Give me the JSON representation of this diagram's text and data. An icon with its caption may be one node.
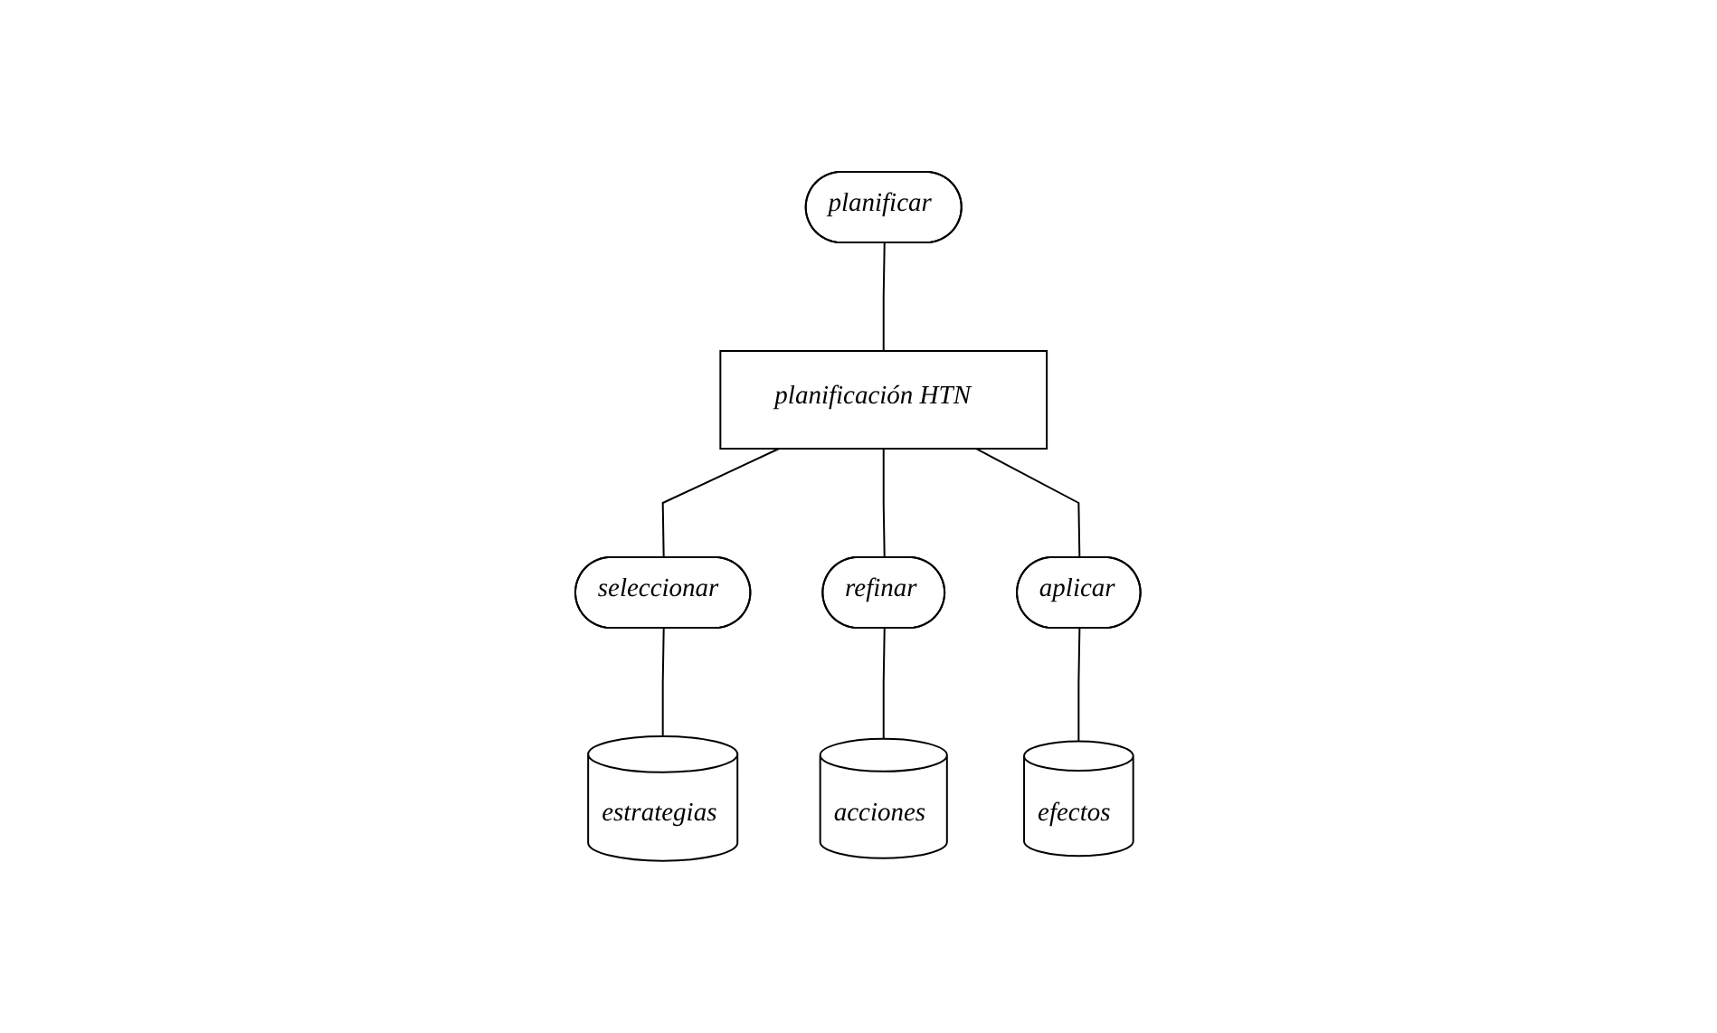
{
  "diagram": {
    "nodes": [
      {
        "text": [
          "planificar"
        ]
      },
      {
        "text": [
          "planificación HTN"
        ]
      },
      {
        "text": [
          "seleccionar"
        ]
      },
      {
        "text": [
          "refinar"
        ]
      },
      {
        "text": [
          "aplicar"
        ]
      },
      {
        "text": [
          "estrategias"
        ]
      },
      {
        "text": [
          "acciones"
        ]
      },
      {
        "text": [
          "efectos"
        ]
      }
    ],
    "edges": [
      {
        "from": 0,
        "to": 1,
        "arrow": "none"
      },
      {
        "from": 1,
        "to": 2,
        "arrow": "none"
      },
      {
        "from": 1,
        "to": 3,
        "arrow": "none"
      },
      {
        "from": 1,
        "to": 4,
        "arrow": "none"
      },
      {
        "from": 2,
        "to": 5,
        "arrow": "none"
      },
      {
        "from": 3,
        "to": 6,
        "arrow": "none"
      },
      {
        "from": 4,
        "to": 7,
        "arrow": "none"
      }
    ]
  }
}
